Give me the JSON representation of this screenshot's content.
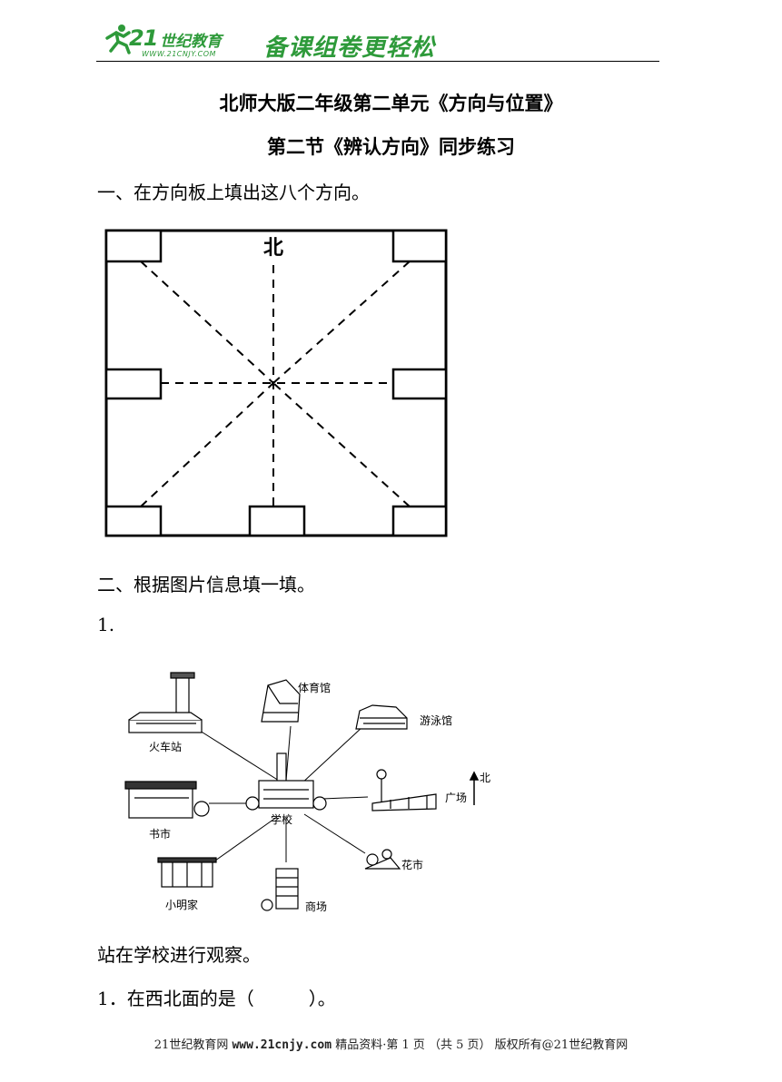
{
  "header": {
    "logo_number": "21",
    "logo_name": "世纪教育",
    "logo_url": "WWW.21CNJY.COM",
    "slogan": "备课组卷更轻松"
  },
  "title_main": "北师大版二年级第二单元《方向与位置》",
  "title_sub": "第二节《辨认方向》同步练习",
  "q1": "一、在方向板上填出这八个方向。",
  "compass": {
    "north_label": "北"
  },
  "q2": "二、根据图片信息填一填。",
  "q2_number": "1.",
  "map": {
    "center": "学校",
    "places": {
      "nw": "火车站",
      "n": "体育馆",
      "ne": "游泳馆",
      "w": "书市",
      "e": "广场",
      "sw": "小明家",
      "s": "商场",
      "se": "花市"
    },
    "north_arrow": "北"
  },
  "observe": "站在学校进行观察。",
  "q2_1": "1．在西北面的是（　　　）。",
  "footer": {
    "site": "21世纪教育网",
    "url": "www.21cnjy.com",
    "info": "精品资料·第 1 页 （共 5 页） 版权所有@21世纪教育网"
  }
}
